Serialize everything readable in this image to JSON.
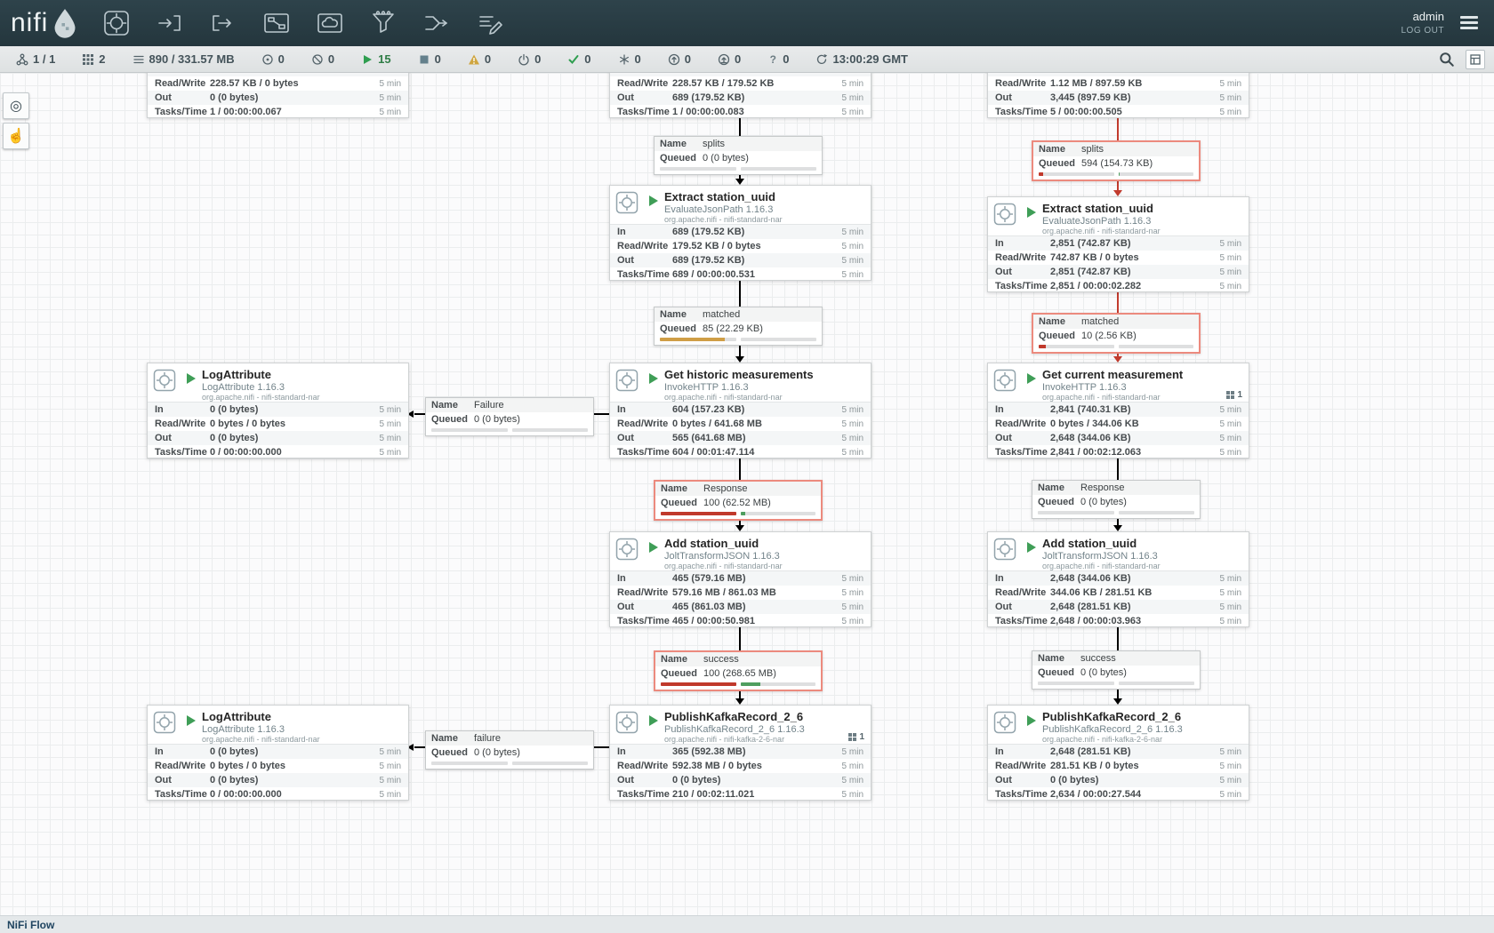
{
  "header": {
    "brand": "nifi",
    "user": "admin",
    "logout_label": "LOG OUT"
  },
  "statusbar": {
    "cluster": "1 / 1",
    "threads": "2",
    "queued": "890 / 331.57 MB",
    "transmitting": "0",
    "not_transmitting": "0",
    "running": "15",
    "stopped": "0",
    "invalid": "0",
    "disabled": "0",
    "up_to_date": "0",
    "locally_modified": "0",
    "stale": "0",
    "locally_modified_stale": "0",
    "sync_failure": "0",
    "refresh_time": "13:00:29 GMT"
  },
  "labels": {
    "in": "In",
    "read_write": "Read/Write",
    "out": "Out",
    "tasks_time": "Tasks/Time",
    "window": "5 min",
    "name": "Name",
    "queued": "Queued"
  },
  "processors": {
    "left_partial": {
      "read_write": "228.57 KB / 0 bytes",
      "out": "0 (0 bytes)",
      "tasks_time": "1 / 00:00:00.067"
    },
    "mid_partial": {
      "read_write": "228.57 KB / 179.52 KB",
      "out": "689 (179.52 KB)",
      "tasks_time": "1 / 00:00:00.083"
    },
    "right_partial": {
      "read_write": "1.12 MB / 897.59 KB",
      "out": "3,445 (897.59 KB)",
      "tasks_time": "5 / 00:00:00.505"
    },
    "log_attribute_1": {
      "name": "LogAttribute",
      "type": "LogAttribute 1.16.3",
      "bundle": "org.apache.nifi - nifi-standard-nar",
      "in": "0 (0 bytes)",
      "read_write": "0 bytes / 0 bytes",
      "out": "0 (0 bytes)",
      "tasks_time": "0 / 00:00:00.000"
    },
    "log_attribute_2": {
      "name": "LogAttribute",
      "type": "LogAttribute 1.16.3",
      "bundle": "org.apache.nifi - nifi-standard-nar",
      "in": "0 (0 bytes)",
      "read_write": "0 bytes / 0 bytes",
      "out": "0 (0 bytes)",
      "tasks_time": "0 / 00:00:00.000"
    },
    "extract_station_uuid_mid": {
      "name": "Extract station_uuid",
      "type": "EvaluateJsonPath 1.16.3",
      "bundle": "org.apache.nifi - nifi-standard-nar",
      "in": "689 (179.52 KB)",
      "read_write": "179.52 KB / 0 bytes",
      "out": "689 (179.52 KB)",
      "tasks_time": "689 / 00:00:00.531"
    },
    "get_historic_measurements": {
      "name": "Get historic measurements",
      "type": "InvokeHTTP 1.16.3",
      "bundle": "org.apache.nifi - nifi-standard-nar",
      "in": "604 (157.23 KB)",
      "read_write": "0 bytes / 641.68 MB",
      "out": "565 (641.68 MB)",
      "tasks_time": "604 / 00:01:47.114"
    },
    "add_station_uuid_mid": {
      "name": "Add station_uuid",
      "type": "JoltTransformJSON 1.16.3",
      "bundle": "org.apache.nifi - nifi-standard-nar",
      "in": "465 (579.16 MB)",
      "read_write": "579.16 MB / 861.03 MB",
      "out": "465 (861.03 MB)",
      "tasks_time": "465 / 00:00:50.981"
    },
    "publish_kafka_mid": {
      "name": "PublishKafkaRecord_2_6",
      "type": "PublishKafkaRecord_2_6 1.16.3",
      "bundle": "org.apache.nifi - nifi-kafka-2-6-nar",
      "threads": "1",
      "in": "365 (592.38 MB)",
      "read_write": "592.38 MB / 0 bytes",
      "out": "0 (0 bytes)",
      "tasks_time": "210 / 00:02:11.021"
    },
    "extract_station_uuid_right": {
      "name": "Extract station_uuid",
      "type": "EvaluateJsonPath 1.16.3",
      "bundle": "org.apache.nifi - nifi-standard-nar",
      "in": "2,851 (742.87 KB)",
      "read_write": "742.87 KB / 0 bytes",
      "out": "2,851 (742.87 KB)",
      "tasks_time": "2,851 / 00:00:02.282"
    },
    "get_current_measurement": {
      "name": "Get current measurement",
      "type": "InvokeHTTP 1.16.3",
      "bundle": "org.apache.nifi - nifi-standard-nar",
      "threads": "1",
      "in": "2,841 (740.31 KB)",
      "read_write": "0 bytes / 344.06 KB",
      "out": "2,648 (344.06 KB)",
      "tasks_time": "2,841 / 00:02:12.063"
    },
    "add_station_uuid_right": {
      "name": "Add station_uuid",
      "type": "JoltTransformJSON 1.16.3",
      "bundle": "org.apache.nifi - nifi-standard-nar",
      "in": "2,648 (344.06 KB)",
      "read_write": "344.06 KB / 281.51 KB",
      "out": "2,648 (281.51 KB)",
      "tasks_time": "2,648 / 00:00:03.963"
    },
    "publish_kafka_right": {
      "name": "PublishKafkaRecord_2_6",
      "type": "PublishKafkaRecord_2_6 1.16.3",
      "bundle": "org.apache.nifi - nifi-kafka-2-6-nar",
      "in": "2,648 (281.51 KB)",
      "read_write": "281.51 KB / 0 bytes",
      "out": "0 (0 bytes)",
      "tasks_time": "2,634 / 00:00:27.544"
    }
  },
  "connections": {
    "mid_splits": {
      "name": "splits",
      "queued": "0 (0 bytes)"
    },
    "mid_matched": {
      "name": "matched",
      "queued": "85 (22.29 KB)"
    },
    "mid_response": {
      "name": "Response",
      "queued": "100 (62.52 MB)"
    },
    "mid_success": {
      "name": "success",
      "queued": "100 (268.65 MB)"
    },
    "mid_failure_upper": {
      "name": "Failure",
      "queued": "0 (0 bytes)"
    },
    "mid_failure_lower": {
      "name": "failure",
      "queued": "0 (0 bytes)"
    },
    "right_splits": {
      "name": "splits",
      "queued": "594 (154.73 KB)"
    },
    "right_matched": {
      "name": "matched",
      "queued": "10 (2.56 KB)"
    },
    "right_response": {
      "name": "Response",
      "queued": "0 (0 bytes)"
    },
    "right_success": {
      "name": "success",
      "queued": "0 (0 bytes)"
    }
  },
  "footer": {
    "breadcrumb": "NiFi Flow"
  }
}
